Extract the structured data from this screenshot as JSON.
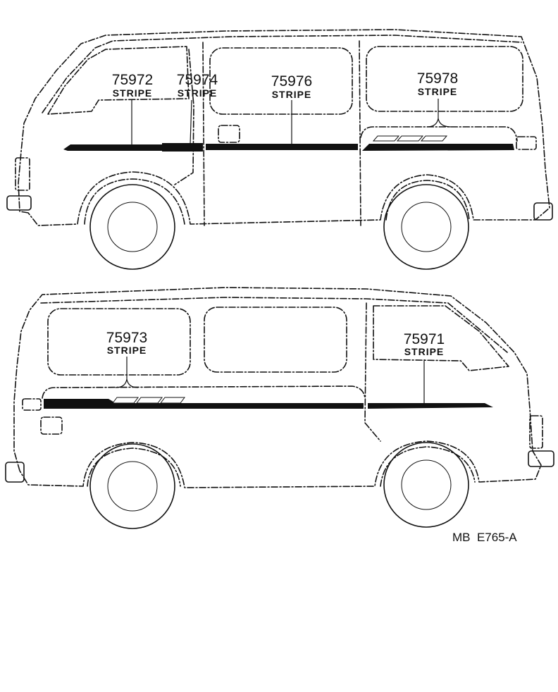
{
  "reference_code": "MB  E765-A",
  "callouts": [
    {
      "part_number": "75972",
      "name": "STRIPE"
    },
    {
      "part_number": "75974",
      "name": "STRIPE"
    },
    {
      "part_number": "75976",
      "name": "STRIPE"
    },
    {
      "part_number": "75978",
      "name": "STRIPE"
    },
    {
      "part_number": "75973",
      "name": "STRIPE"
    },
    {
      "part_number": "75971",
      "name": "STRIPE"
    }
  ]
}
